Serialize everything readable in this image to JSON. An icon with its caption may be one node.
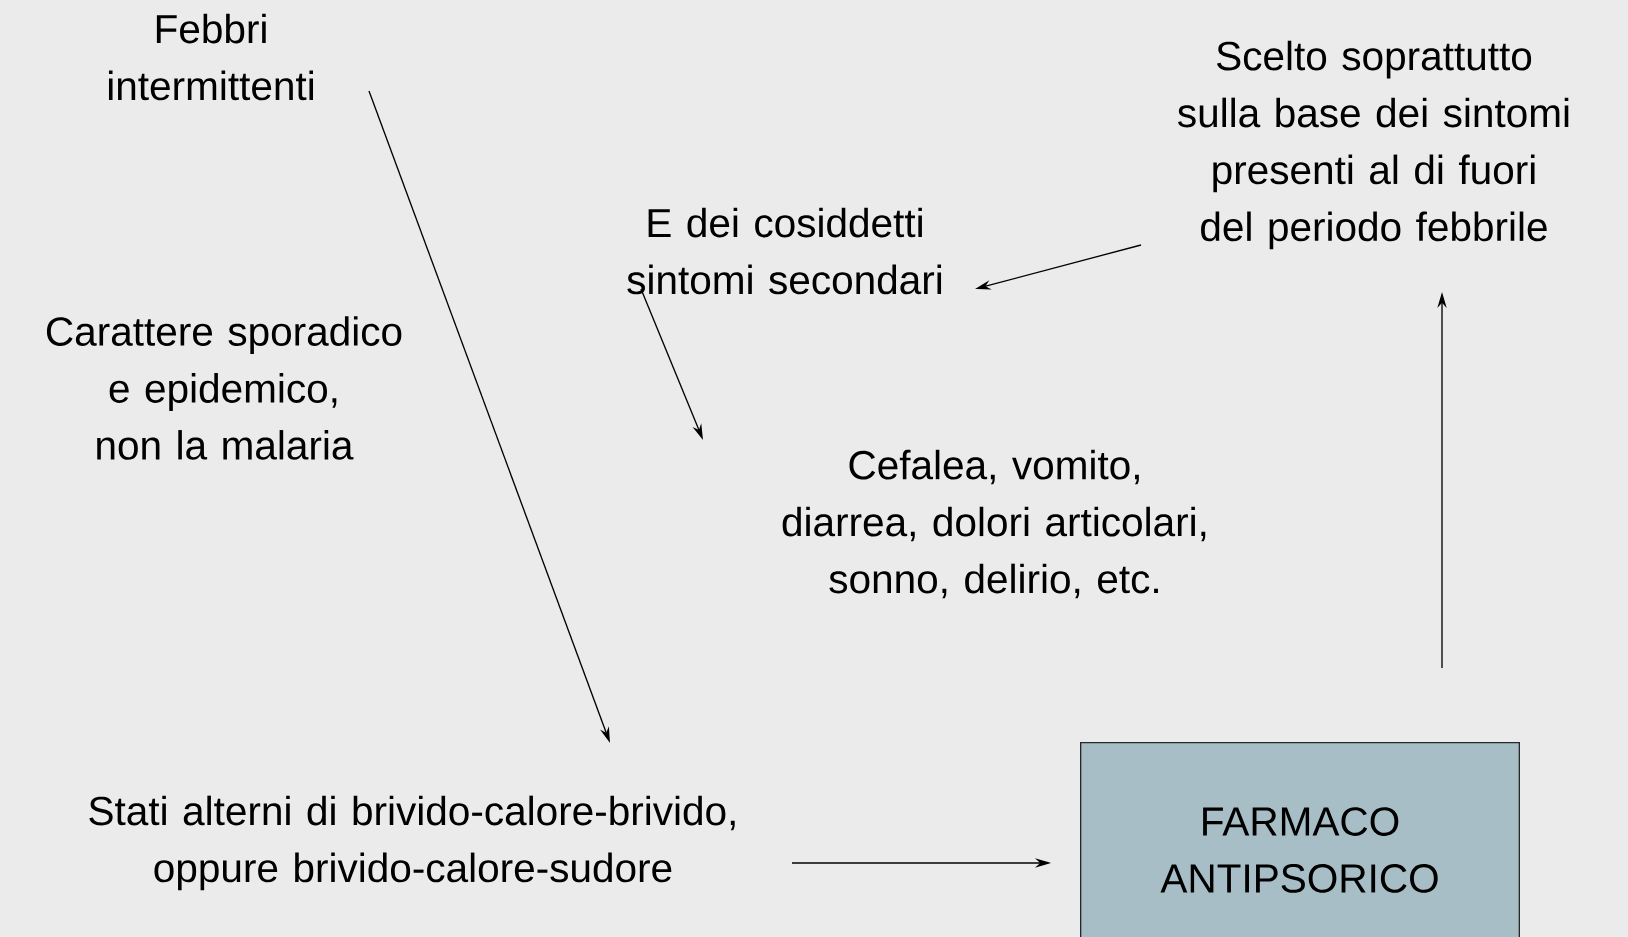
{
  "diagram": {
    "nodes": [
      {
        "text": [
          "Febbri intermittenti"
        ]
      },
      {
        "text": [
          "Carattere sporadico e epidemico, non la malaria"
        ]
      },
      {
        "text": [
          "E dei cosiddetti sintomi secondari"
        ]
      },
      {
        "text": [
          "Scelto soprattutto sulla base dei sintomi presenti al di fuori del periodo febbrile"
        ]
      },
      {
        "text": [
          "Cefalea, vomito, diarrea, dolori articolari, sonno, delirio, etc."
        ]
      },
      {
        "text": [
          "Stati alterni di brivido-calore-brivido, oppure brivido-calore-sudore"
        ]
      },
      {
        "text": [
          "FARMACO ANTIPSORICO"
        ]
      }
    ],
    "edges": [
      {
        "from": 0,
        "to": 5,
        "arrow": "to"
      },
      {
        "from": 2,
        "to": 4,
        "arrow": "to"
      },
      {
        "from": 3,
        "to": 2,
        "arrow": "to"
      },
      {
        "from": 5,
        "to": 6,
        "arrow": "to"
      },
      {
        "from": 6,
        "to": 3,
        "arrow": "to"
      }
    ]
  }
}
